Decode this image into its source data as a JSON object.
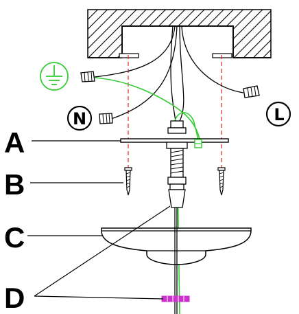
{
  "labels": {
    "a": "A",
    "b": "B",
    "c": "C",
    "d": "D",
    "neutral": "N",
    "live": "L"
  },
  "icons": {
    "ground": "ground-symbol-icon"
  },
  "colors": {
    "line": "#000000",
    "ground_wire": "#33cc33",
    "guide_line": "#dd2222",
    "clip": "#cc33cc",
    "hatch": "#000000"
  }
}
